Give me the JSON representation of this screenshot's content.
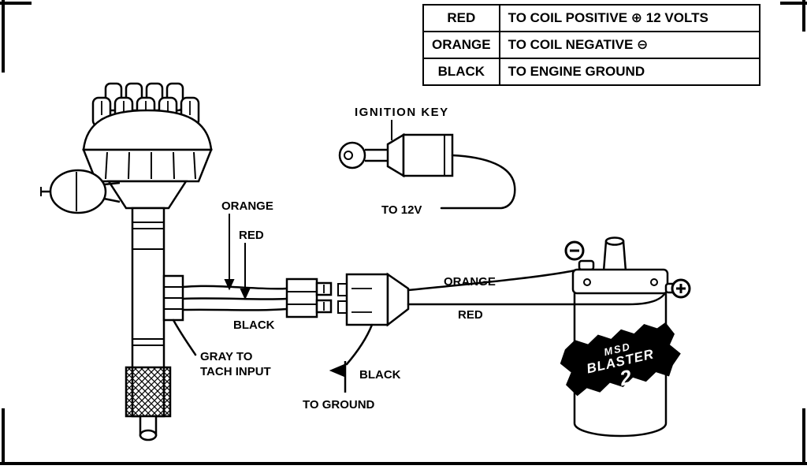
{
  "page": {
    "background": "#ffffff",
    "line_color": "#000000"
  },
  "legend_table": {
    "rows": [
      {
        "color": "RED",
        "description": "TO COIL POSITIVE ⊕ 12 VOLTS"
      },
      {
        "color": "ORANGE",
        "description": "TO COIL NEGATIVE ⊖"
      },
      {
        "color": "BLACK",
        "description": "TO ENGINE GROUND"
      }
    ]
  },
  "diagram": {
    "ignition": {
      "key_label": "IGNITION KEY",
      "to_12v_label": "TO 12V"
    },
    "distributor_wires": {
      "orange": "ORANGE",
      "red": "RED",
      "black": "BLACK",
      "gray_line1": "GRAY TO",
      "gray_line2": "TACH INPUT"
    },
    "ground": {
      "black_label": "BLACK",
      "to_ground_label": "TO GROUND"
    },
    "coil_wires": {
      "orange": "ORANGE",
      "red": "RED"
    },
    "coil": {
      "brand_line1": "MSD",
      "brand_line2": "BLASTER",
      "brand_line3": "2"
    },
    "icons": {
      "coil_negative": "⊖",
      "coil_positive": "⊕",
      "ground_symbol": "chassis-ground"
    }
  }
}
